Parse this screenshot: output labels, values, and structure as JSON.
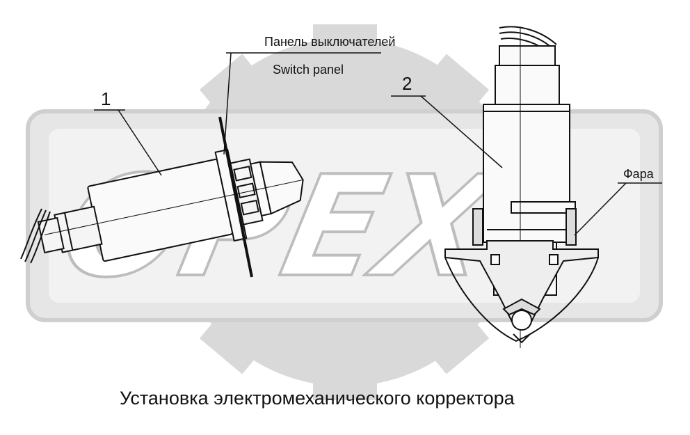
{
  "labels": {
    "switch_panel_ru": "Панель выключателей",
    "switch_panel_en": "Switch panel",
    "part_1": "1",
    "part_2": "2",
    "headlight": "Фара"
  },
  "caption": "Установка электромеханического корректора",
  "watermark": {
    "text": "OPEX",
    "color": "#dcdcdc"
  },
  "colors": {
    "line": "#111111",
    "background": "#ffffff"
  }
}
